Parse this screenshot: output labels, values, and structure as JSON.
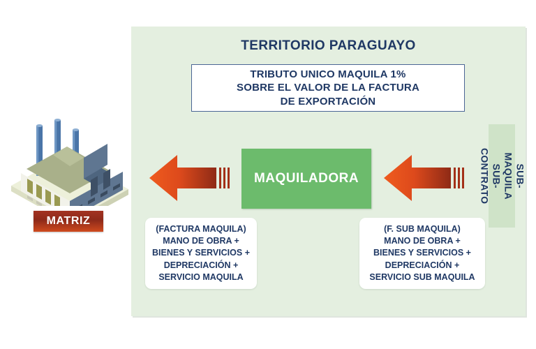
{
  "diagram": {
    "panel": {
      "title": "TERRITORIO PARAGUAYO",
      "background_color": "#e4efe0"
    },
    "tribute_box": {
      "text": "TRIBUTO UNICO MAQUILA 1%\nSOBRE EL VALOR DE LA FACTURA\nDE EXPORTACIÓN",
      "border_color": "#4a6595",
      "text_color": "#1f3864"
    },
    "center_node": {
      "label": "MAQUILADORA",
      "fill_color": "#6cbb6c",
      "text_color": "#ffffff"
    },
    "arrows": [
      {
        "name": "arrow-to-matriz",
        "direction": "left",
        "color_start": "#ef5b1e",
        "color_end": "#8e2a16"
      },
      {
        "name": "arrow-from-sub-maquila",
        "direction": "left",
        "color_start": "#ef5b1e",
        "color_end": "#8e2a16"
      }
    ],
    "detail_left": {
      "text": "(FACTURA MAQUILA)\nMANO DE OBRA +\nBIENES Y SERVICIOS +\nDEPRECIACIÓN +\nSERVICIO MAQUILA"
    },
    "detail_right": {
      "text": "(F. SUB MAQUILA)\nMANO DE OBRA +\nBIENES Y SERVICIOS +\nDEPRECIACIÓN +\nSERVICIO SUB MAQUILA"
    },
    "sub_maquila": {
      "label": "SUB-MAQUILA\nSUB-CONTRATO",
      "fill_color": "#cfe3c8"
    },
    "matriz": {
      "label": "MATRIZ",
      "fill_color": "#a33322",
      "text_color": "#ffffff"
    },
    "factory": {
      "icon": "factory-icon",
      "chimney_count": 3,
      "chimney_color": "#4a75a8",
      "wall_color": "#5f7691",
      "base_color": "#e8e8d2"
    }
  }
}
